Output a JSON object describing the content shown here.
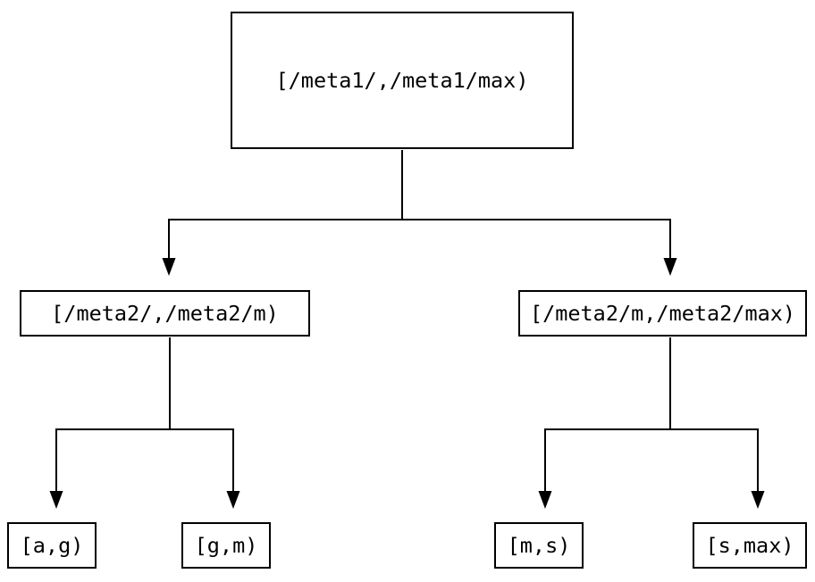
{
  "diagram": {
    "type": "tree",
    "background_color": "#ffffff",
    "line_color": "#000000",
    "node_border_color": "#000000",
    "node_fill_color": "#ffffff",
    "text_color": "#000000",
    "nodes": {
      "root": {
        "label": "[/meta1/,/meta1/max)"
      },
      "left": {
        "label": "[/meta2/,/meta2/m)"
      },
      "right": {
        "label": "[/meta2/m,/meta2/max)"
      },
      "leaf_ag": {
        "label": "[a,g)"
      },
      "leaf_gm": {
        "label": "[g,m)"
      },
      "leaf_ms": {
        "label": "[m,s)"
      },
      "leaf_smax": {
        "label": "[s,max)"
      }
    },
    "edges": [
      {
        "from": "root",
        "to": "left"
      },
      {
        "from": "root",
        "to": "right"
      },
      {
        "from": "left",
        "to": "leaf_ag"
      },
      {
        "from": "left",
        "to": "leaf_gm"
      },
      {
        "from": "right",
        "to": "leaf_ms"
      },
      {
        "from": "right",
        "to": "leaf_smax"
      }
    ]
  }
}
